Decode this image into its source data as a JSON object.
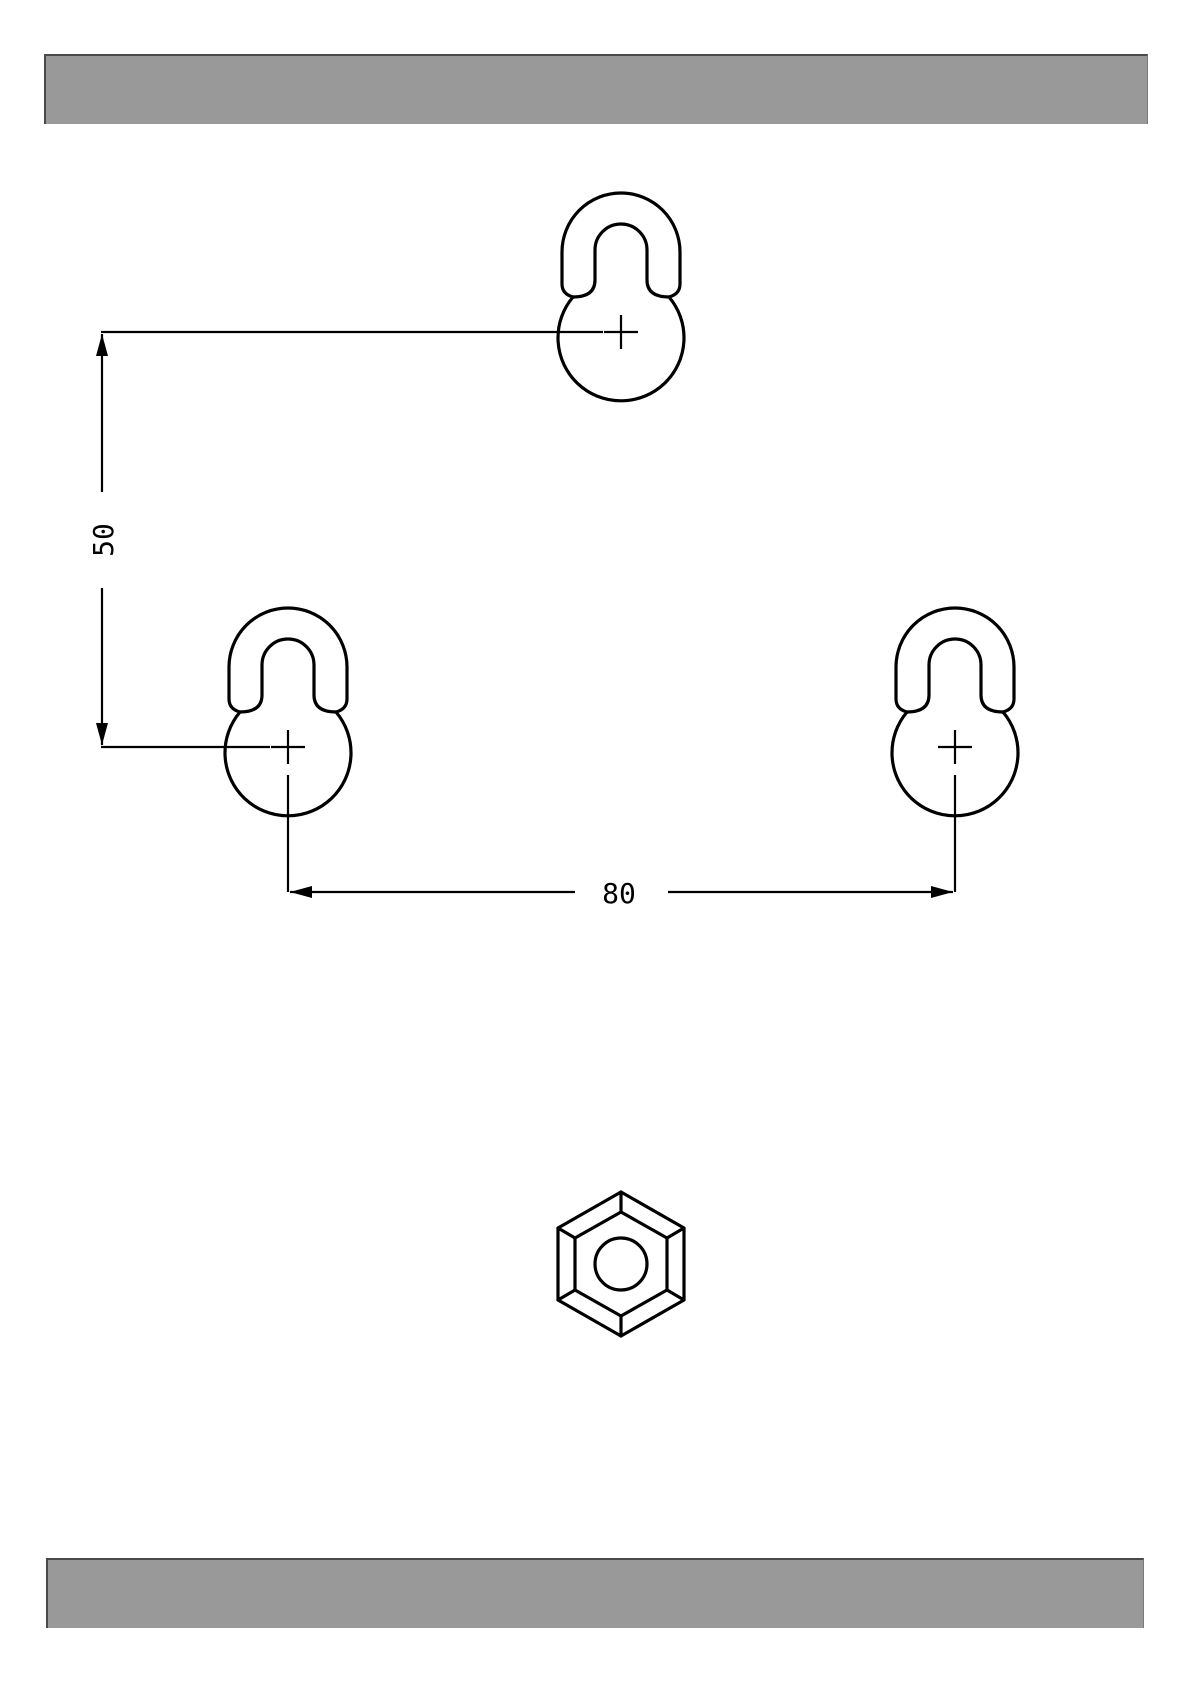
{
  "drawing": {
    "dimensions": {
      "vertical": {
        "value": "50"
      },
      "horizontal": {
        "value": "80"
      }
    },
    "keyhole_count": 3,
    "colors": {
      "band": "#999999",
      "line": "#000000",
      "background": "#ffffff"
    }
  }
}
